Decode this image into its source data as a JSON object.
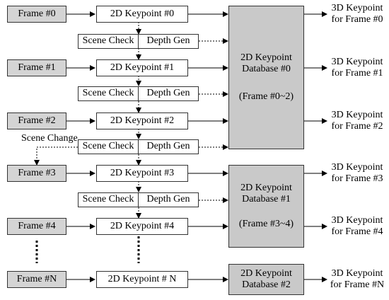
{
  "frames": [
    {
      "label": "Frame #0"
    },
    {
      "label": "Frame #1"
    },
    {
      "label": "Frame #2"
    },
    {
      "label": "Frame #3"
    },
    {
      "label": "Frame #4"
    },
    {
      "label": "Frame #N"
    }
  ],
  "keypoints": [
    {
      "label": "2D Keypoint #0"
    },
    {
      "label": "2D Keypoint #1"
    },
    {
      "label": "2D Keypoint #2"
    },
    {
      "label": "2D Keypoint #3"
    },
    {
      "label": "2D Keypoint #4"
    },
    {
      "label": "2D Keypoint # N"
    }
  ],
  "checks": [
    {
      "scene": "Scene Check",
      "depth": "Depth Gen"
    },
    {
      "scene": "Scene Check",
      "depth": "Depth Gen"
    },
    {
      "scene": "Scene Check",
      "depth": "Depth Gen"
    },
    {
      "scene": "Scene Check",
      "depth": "Depth Gen"
    }
  ],
  "scene_change": "Scene Change",
  "databases": [
    {
      "line1": "2D Keypoint",
      "line2": "Database #0",
      "range": "(Frame #0~2)"
    },
    {
      "line1": "2D Keypoint",
      "line2": "Database #1",
      "range": "(Frame #3~4)"
    },
    {
      "line1": "2D Keypoint",
      "line2": "Database #2",
      "range": ""
    }
  ],
  "outputs": [
    {
      "line1": "3D Keypoint",
      "line2": "for Frame #0"
    },
    {
      "line1": "3D Keypoint",
      "line2": "for Frame #1"
    },
    {
      "line1": "3D Keypoint",
      "line2": "for Frame #2"
    },
    {
      "line1": "3D Keypoint",
      "line2": "for Frame #3"
    },
    {
      "line1": "3D Keypoint",
      "line2": "for Frame #4"
    },
    {
      "line1": "3D Keypoint",
      "line2": "for Frame #N"
    }
  ],
  "colors": {
    "frame_fill": "#d4d4d4",
    "database_fill": "#c9c9c9",
    "line": "#000000"
  }
}
